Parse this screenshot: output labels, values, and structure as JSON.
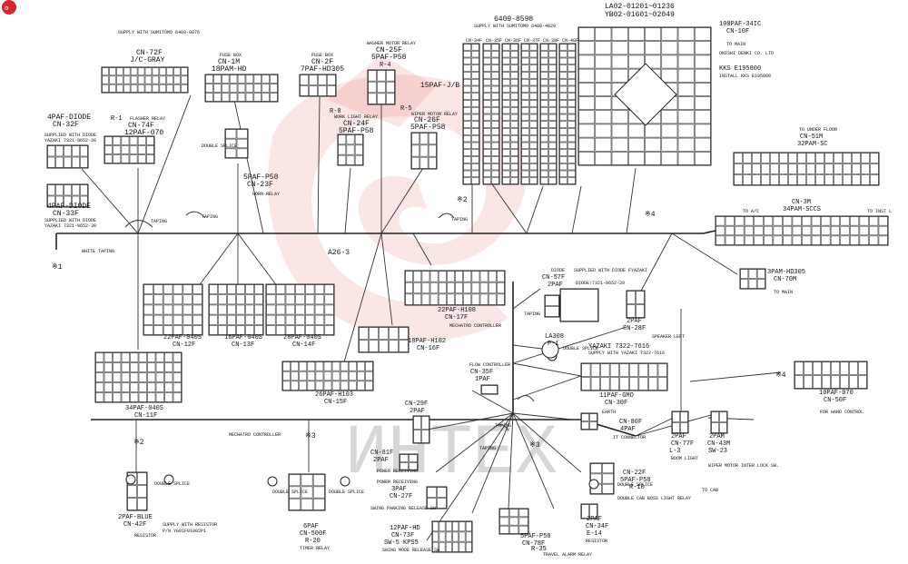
{
  "header": {
    "serial_line1": "LA02-01201~01236",
    "serial_line2": "YB02-01601~02049"
  },
  "watermark_text": "ИНТЕХ",
  "brand_badge_color": "#d9262c",
  "labels": {
    "supply_sumitomo": "SUPPLY WITH SUMITOMO 6409-0076",
    "cn72f": "CN-72F",
    "cn72f_desc": "J/C-GRAY",
    "r1": "R-1",
    "flasher_relay": "FLASHER RELAY",
    "cn74f": "CN-74F",
    "paf12_070": "12PAF-070",
    "paf4_diode_a": "4PAF-DIODE",
    "cn32f": "CN-32F",
    "supply_diode_a1": "SUPPLIED WITH DIODE",
    "supply_diode_a2": "YAZAKI 7321-9652-30",
    "paf4_diode_b": "4PAF-DIODE",
    "cn33f": "CN-33F",
    "supply_diode_b1": "SUPPLIED WITH DIODE",
    "supply_diode_b2": "YAZAKI 7321-9652-30",
    "white_taping": "WHITE TAPING",
    "mark1": "※1",
    "taping_a": "TAPING",
    "taping_b": "TAPING",
    "fuse_box_a": "FUSE BOX",
    "cn1m": "CN-1M",
    "pam18_hd": "18PAM-HD",
    "fuse_box_b": "FUSE BOX",
    "cn2f": "CN-2F",
    "paf7_hd305": "7PAF-HD305",
    "double_splice_a": "DOUBLE SPLICE",
    "paf5_p58_a": "5PAF-P58",
    "cn23f": "CN-23F",
    "horn_relay": "HORN RELAY",
    "r8": "R-8",
    "work_light_relay": "WORK LIGHT RELAY",
    "cn24f": "CN-24F",
    "paf5_p58_b": "5PAF-P58",
    "washer_motor_relay": "WASHER MOTOR RELAY",
    "cn25f": "CN-25F",
    "paf5_p58_c": "5PAF-P58",
    "r4": "R-4",
    "r5": "R-5",
    "wiper_motor_relay": "WIPER MOTOR RELAY",
    "cn26f": "CN-26F",
    "paf5_p58_d": "5PAF-P58",
    "a26_3": "A26-3",
    "mark2_top": "※2",
    "taping_c": "TAPING",
    "p6409": "6409-8598",
    "supply_sumitomo_b": "SUPPLY WITH SUMITOMO 6409-4029",
    "paf15_jb": "15PAF-J/B",
    "cn34f": "CN-34F",
    "cn35f": "CN-35F",
    "cn36f": "CN-36F",
    "cn37f": "CN-37F",
    "cn38f": "CN-38F",
    "cn40f": "CN-40F",
    "mark4_top": "※4",
    "paf100_34ic": "100PAF-34IC",
    "cn10f": "CN-10F",
    "to_main": "TO MAIN",
    "onishi_denki": "ONISHI DENKI CO. LTD",
    "kks_e195800": "KKS E195800",
    "install_kks": "INSTALL KKS E195800",
    "to_under_floor": "TO UNDER FLOOR",
    "cn51m": "CN-51M",
    "pam32_sc": "32PAM-SC",
    "cn3m": "CN-3M",
    "pam34_sccs": "34PAM-SCCS",
    "to_ac": "TO A/C",
    "to_inst_l": "TO INST L",
    "paf22_h108": "22PAF-H108",
    "cn17f": "CN-17F",
    "mechatro_controller_a": "MECHATRO CONTROLLER",
    "paf18_h102": "18PAF-H102",
    "cn16f": "CN-16F",
    "paf26_h103": "26PAF-H103",
    "cn15f": "CN-15F",
    "paf22_040s": "22PAF-040S",
    "cn12f": "CN-12F",
    "paf16_040s": "16PAF-040S",
    "cn13f": "CN-13F",
    "paf28_040s": "28PAF-040S",
    "cn14f": "CN-14F",
    "paf34_040s": "34PAF-040S",
    "cn11f": "CN-11F",
    "mechatro_controller_b": "MECHATRO CONTROLLER",
    "diode": "DIODE",
    "cn57f": "CN-57F",
    "paf2_diode": "2PAF",
    "supplied_fyazaki": "SUPPLIED WITH DIODE FYAZAKI",
    "diode_part": "DIODE:7321-9652-20",
    "taping_d": "TAPING",
    "paf2_cn28f": "2PAF",
    "cn28f": "CN-28F",
    "speaker_left": "SPEAKER LEFT",
    "la308": "LA308",
    "p1": "P-1",
    "double_splice_b": "DOUBLE SPLICE",
    "yazaki_7322": "YAZAKI 7322-7616",
    "supply_yazaki": "SUPPLY WITH YAZAKI 7322-7616",
    "paf11_gmd": "11PAF-GMO",
    "cn30f": "CN-30F",
    "earth": "EARTH",
    "pam3_hd305": "3PAM-HD305",
    "cn70m": "CN-70M",
    "to_main_b": "TO MAIN",
    "mark4_right": "※4",
    "paf10_070": "10PAF-070",
    "cn50f": "CN-50F",
    "for_hand_control": "FOR HAND CONTROL",
    "flow_controller": "FLOW CONTROLLER",
    "cn35f_b": "CN-35F",
    "paf1_flow": "1PAF",
    "cn29f": "CN-29F",
    "paf2_cn29f": "2PAF",
    "taping_e": "TAPING",
    "taping_f": "TAPING",
    "mark3_mid": "※3",
    "cn80f": "CN-80F",
    "paf4_cn80f": "4PAF",
    "it_connector": "IT CONNECTOR",
    "paf2_cn77f": "2PAF",
    "cn77f": "CN-77F",
    "l3": "L-3",
    "boom_light": "BOOM LIGHT",
    "pam2_cn43m": "2PAM",
    "cn43m": "CN-43M",
    "sw23": "SW-23",
    "wiper_motor_interlock": "WIPER MOTOR INTER LOCK SW.",
    "to_cab": "TO CAB",
    "mark2_bottom": "※2",
    "paf2_blue": "2PAF-BLUE",
    "cn42f": "CN-42F",
    "resistor_a": "RESISTOR",
    "supply_resistor": "SUPPLY WITH RESISTOR",
    "resistor_part": "P/N YG01F01002P1",
    "double_splice_c": "DOUBLE SPLICE",
    "mark3_bottom": "※3",
    "paf6_cn500f": "6PAF",
    "cn500f": "CN-500F",
    "r20": "R-20",
    "timer_relay": "TIMER RELAY",
    "double_splice_d": "DOUBLE SPLICE",
    "double_splice_e": "DOUBLE SPLICE",
    "cn81f": "CN-81F",
    "paf2_cn81f": "2PAF",
    "power_receiving": "POWER RECEIVING",
    "power_receiving_b": "POWER RECEIVING",
    "paf3_cn27f": "3PAF",
    "cn27f": "CN-27F",
    "swing_parking_release": "SWING PARKING RELEASE SW",
    "paf12_hd": "12PAF-HD",
    "cn73f": "CN-73F",
    "sw5_kps5": "SW-5 KPS5",
    "swing_mode_release": "SWING MODE RELEASE SW",
    "paf5_p58_e": "5PAF-P58",
    "cn78f": "CN-78F",
    "r35": "R-35",
    "travel_alarm_relay": "TRAVEL ALARM RELAY",
    "cn22f": "CN-22F",
    "paf5_p58_f": "5PAF-P58",
    "r10": "R-10",
    "double_cab_boss": "DOUBLE CAB BOSS LIGHT RELAY",
    "paf2_cn34f": "2PAF",
    "cn34f_b": "CN-34F",
    "e14": "E-14",
    "resistor_b": "RESISTOR",
    "double_splice_f": "DOUBLE SPLICE"
  }
}
